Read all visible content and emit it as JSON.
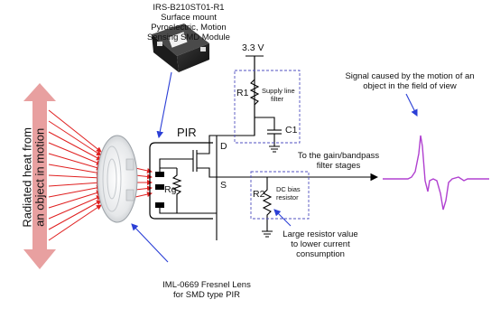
{
  "module_label": [
    "IRS-B210ST01-R1",
    "Surface mount",
    "Pyroelectric, Motion",
    "Sensing SMD Module"
  ],
  "lens_label": [
    "IML-0669 Fresnel Lens",
    "for SMD type PIR"
  ],
  "heat_label": [
    "Radiated heat from",
    "an object in motion"
  ],
  "pir_label": "PIR",
  "pins": {
    "drain": "D",
    "source": "S"
  },
  "components": {
    "rg": "Rg",
    "r1": "R1",
    "c1": "C1",
    "r2": "R2"
  },
  "supply_voltage": "3.3 V",
  "supply_filter_label": [
    "Supply line",
    "filter"
  ],
  "dc_bias_label": [
    "DC bias",
    "resistor"
  ],
  "gain_stage_label": [
    "To the gain/bandpass",
    "filter stages"
  ],
  "signal_label": [
    "Signal caused by the motion of an",
    "object in the field of view"
  ],
  "resistor_note": [
    "Large resistor value",
    "to lower current",
    "consumption"
  ],
  "colors": {
    "heat_arrows": "#e02020",
    "heat_bar": "#e8a0a0",
    "callout_arrows": "#2b3fd6",
    "signal": "#b040d0",
    "dashed_box": "#5050c0"
  }
}
